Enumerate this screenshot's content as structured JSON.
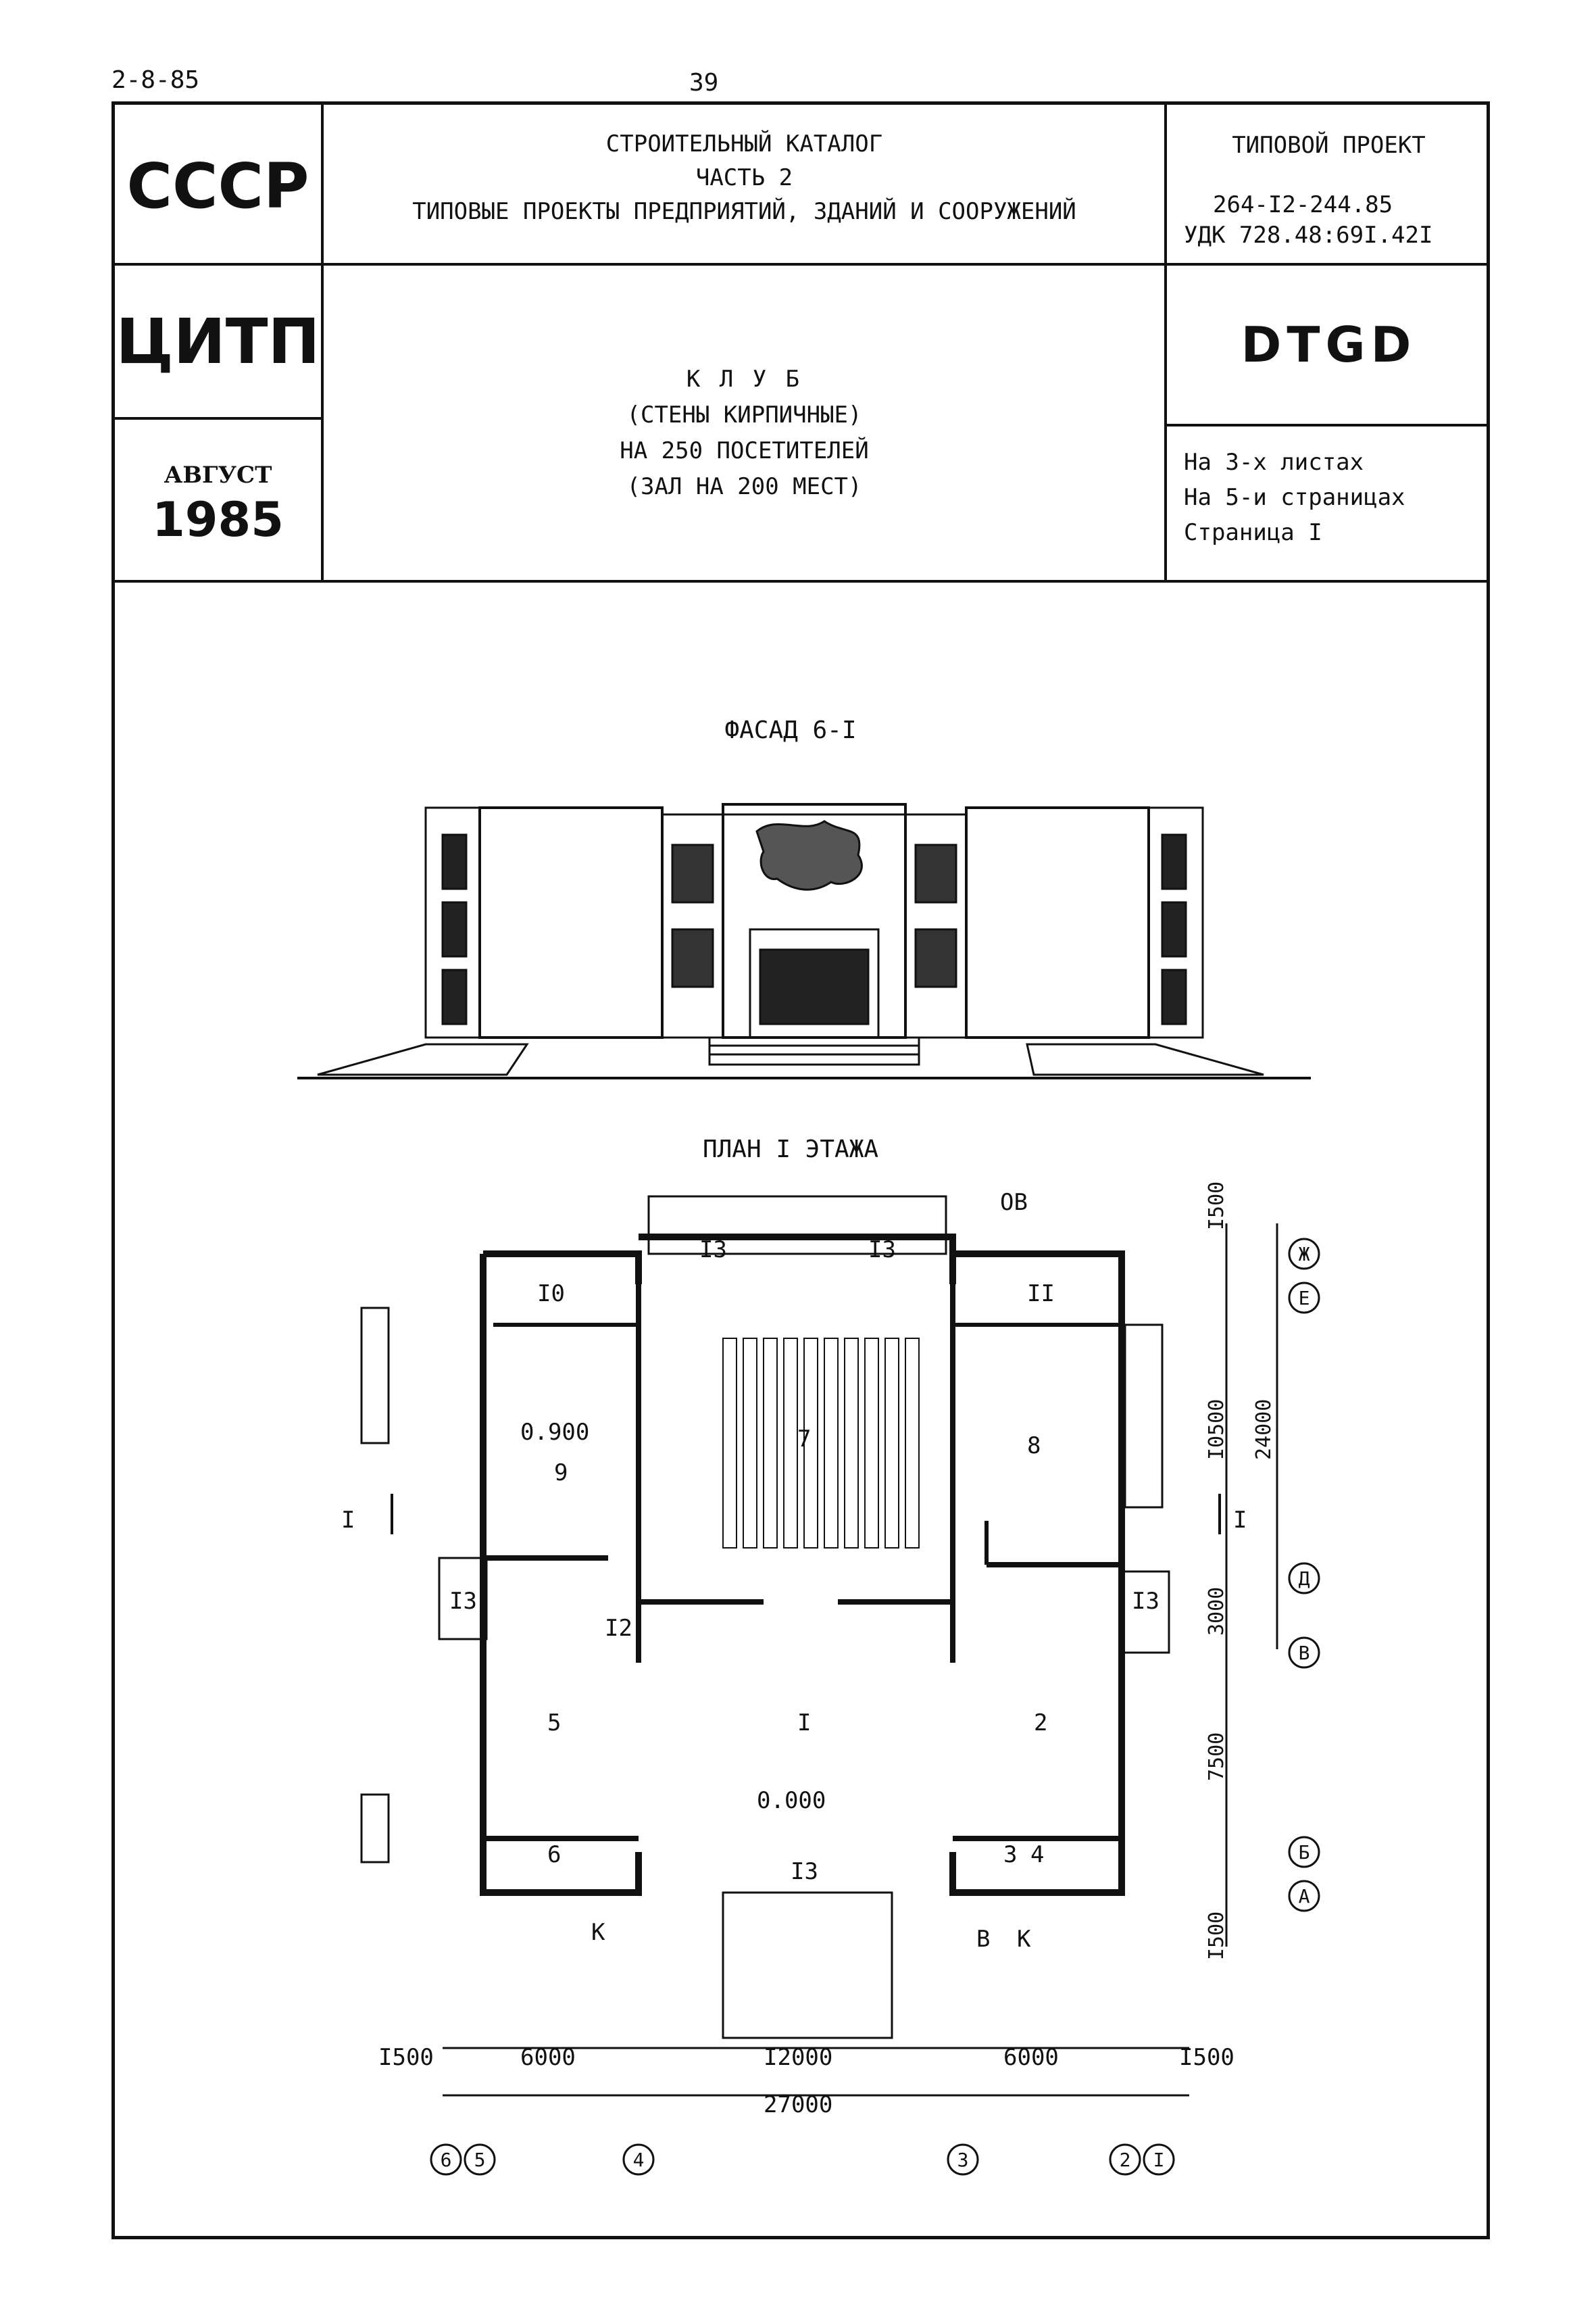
{
  "header": {
    "code": "2-8-85",
    "page_number": "39",
    "org1": "СССР",
    "org2": "ЦИТП",
    "month": "АВГУСТ",
    "year": "1985",
    "catalog_line1": "СТРОИТЕЛЬНЫЙ КАТАЛОГ",
    "catalog_line2": "ЧАСТЬ 2",
    "catalog_line3": "ТИПОВЫЕ ПРОЕКТЫ ПРЕДПРИЯТИЙ, ЗДАНИЙ И СООРУЖЕНИЙ",
    "project_label": "ТИПОВОЙ ПРОЕКТ",
    "project_number": "264-I2-244.85",
    "udk": "УДК 728.48:69I.42I",
    "title_line1": "К Л У Б",
    "title_line2": "(СТЕНЫ КИРПИЧНЫЕ)",
    "title_line3": "НА 250 ПОСЕТИТЕЛЕЙ",
    "title_line4": "(ЗАЛ НА 200 МЕСТ)",
    "stamp": "DTGD",
    "sheets": "На 3-х листах",
    "pages": "На 5-и страницах",
    "page": "Страница I"
  },
  "facade": {
    "caption": "ФАСАД 6-I"
  },
  "plan": {
    "caption": "ПЛАН I ЭТАЖА",
    "rooms": [
      "I0",
      "II",
      "I3",
      "I3",
      "7",
      "8",
      "9",
      "0.900",
      "I3",
      "I2",
      "I3",
      "5",
      "I",
      "2",
      "0.000",
      "6",
      "I3",
      "3",
      "4"
    ],
    "section_mark": "I",
    "arrows": [
      "ОВ",
      "К",
      "В",
      "К"
    ],
    "dims_right": [
      "I500",
      "I0500",
      "24000",
      "3000",
      "7500",
      "I500"
    ],
    "axes_right": [
      "Ж",
      "Е",
      "Д",
      "В",
      "Б",
      "А"
    ],
    "dims_bottom": [
      "I500",
      "6000",
      "I2000",
      "6000",
      "I500"
    ],
    "total_bottom": "27000",
    "axes_bottom": [
      "6",
      "5",
      "4",
      "3",
      "2",
      "I"
    ]
  }
}
